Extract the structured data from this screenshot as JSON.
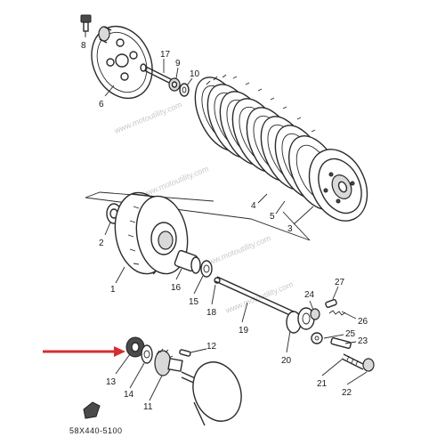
{
  "diagram": {
    "watermark": "www.motoutility.com",
    "part_code": "58X440-5100",
    "highlight_color": "#d32f2f",
    "callouts": {
      "c1": "1",
      "c2": "2",
      "c3": "3",
      "c4": "4",
      "c5": "5",
      "c6": "6",
      "c8": "8",
      "c9": "9",
      "c10": "10",
      "c11": "11",
      "c12": "12",
      "c13": "13",
      "c14": "14",
      "c15": "15",
      "c16": "16",
      "c17": "17",
      "c18": "18",
      "c19": "19",
      "c20": "20",
      "c21": "21",
      "c22": "22",
      "c23": "23",
      "c24": "24",
      "c25": "25",
      "c26": "26",
      "c27": "27"
    },
    "highlighted_part": "13"
  }
}
